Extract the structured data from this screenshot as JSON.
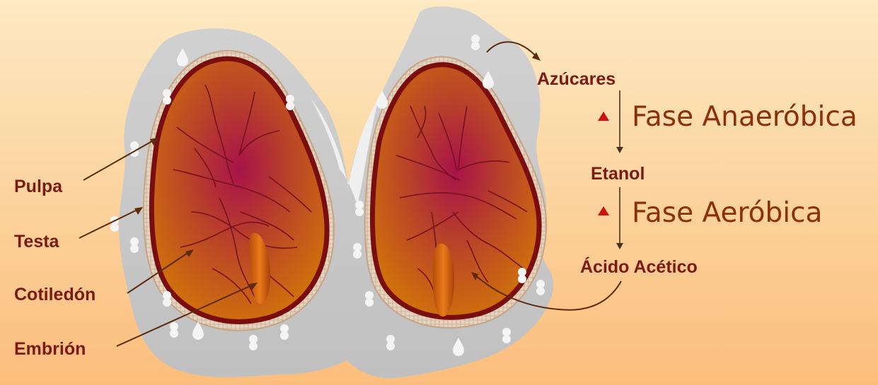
{
  "labels": {
    "pulpa": "Pulpa",
    "testa": "Testa",
    "cotiledon": "Cotiledón",
    "embrion": "Embrión"
  },
  "process": {
    "azucares": "Azúcares",
    "fase_anaerobica": "Fase Anaeróbica",
    "etanol": "Etanol",
    "fase_aerobica": "Fase Aeróbica",
    "acido_acetico": "Ácido Acético"
  },
  "colors": {
    "label_text": "#7a1a12",
    "phase_text": "#8b3008",
    "seed_outline": "#7a0d0d",
    "seed_fill": "#c8650b",
    "pulp": "#c9c9c9",
    "indicator": "#cc1010"
  }
}
